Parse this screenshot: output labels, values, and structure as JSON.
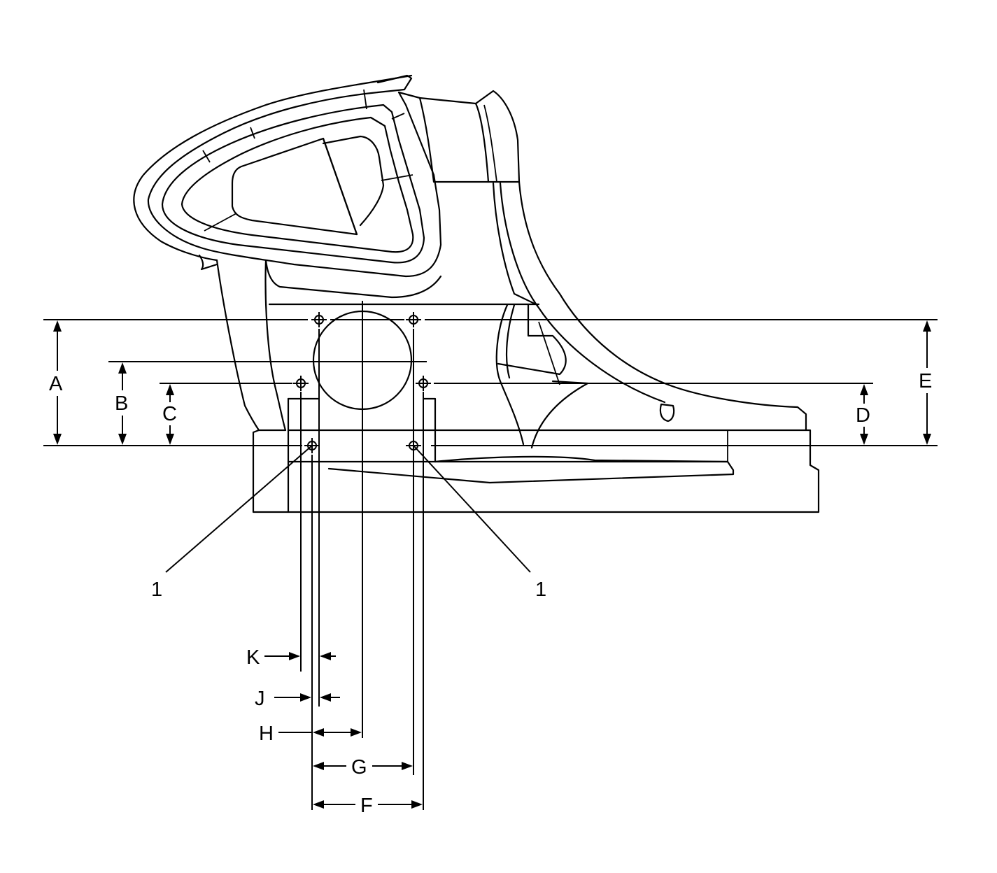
{
  "callouts": {
    "left": "1",
    "right": "1"
  },
  "dimensions": {
    "A": "A",
    "B": "B",
    "C": "C",
    "D": "D",
    "E": "E",
    "F": "F",
    "G": "G",
    "H": "H",
    "J": "J",
    "K": "K"
  },
  "colors": {
    "line": "#000000",
    "background": "#ffffff"
  }
}
